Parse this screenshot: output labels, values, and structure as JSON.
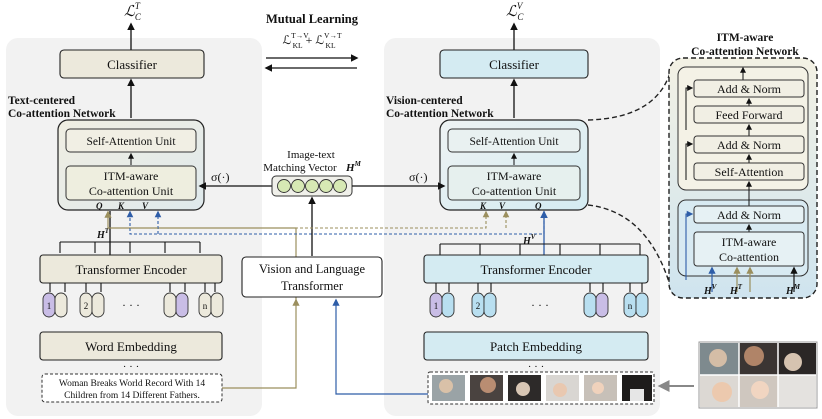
{
  "loss": {
    "text": "ℒ_C^T",
    "vision": "ℒ_C^V"
  },
  "mutual_learning": {
    "title": "Mutual Learning",
    "formula": "ℒ_KL^{T→V} + ℒ_KL^{V→T}"
  },
  "text_branch": {
    "classifier": "Classifier",
    "network_title_line1": "Text-centered",
    "network_title_line2": "Co-attention Network",
    "self_attention": "Self-Attention Unit",
    "itm_line1": "ITM-aware",
    "itm_line2": "Co-attention Unit",
    "sigma": "σ(·)",
    "qkv": [
      "Q",
      "K",
      "V"
    ],
    "h_label": "H^T",
    "encoder": "Transformer Encoder",
    "tokens": [
      "1",
      "2",
      "n"
    ],
    "ellipsis": "· · ·",
    "embedding": "Word Embedding",
    "input_line1": "Woman Breaks World Record With 14",
    "input_line2": "Children from 14 Different Fathers."
  },
  "vision_branch": {
    "classifier": "Classifier",
    "network_title_line1": "Vision-centered",
    "network_title_line2": "Co-attention Network",
    "self_attention": "Self-Attention Unit",
    "itm_line1": "ITM-aware",
    "itm_line2": "Co-attention Unit",
    "sigma": "σ(·)",
    "kvq": [
      "K",
      "V",
      "Q"
    ],
    "h_label": "H^V",
    "encoder": "Transformer Encoder",
    "tokens": [
      "1",
      "2",
      "n"
    ],
    "ellipsis": "· · ·",
    "embedding": "Patch Embedding"
  },
  "matching": {
    "label_line1": "Image-text",
    "label_line2": "Matching Vector",
    "symbol": "H^M",
    "vlt_line1": "Vision and Language",
    "vlt_line2": "Transformer"
  },
  "itm_network": {
    "title_line1": "ITM-aware",
    "title_line2": "Co-attention Network",
    "layers": [
      "Add & Norm",
      "Feed Forward",
      "Add & Norm",
      "Self-Attention",
      "Add & Norm",
      "ITM-aware Co-attention"
    ],
    "coatt_line1": "ITM-aware",
    "coatt_line2": "Co-attention",
    "inputs": [
      "H^V",
      "H^T",
      "H^M"
    ]
  },
  "colors": {
    "text_fill": "#ece9dc",
    "vision_fill": "#d4ebf2",
    "panel_fill": "#f2f2f2",
    "itm_fill_top": "#f3f1e4",
    "itm_fill_bottom": "#cfe4ef",
    "olive_arrow": "#9b8f5e",
    "blue_arrow": "#2e5da8",
    "token_purple": "#c9bde6",
    "token_blue": "#b9dff0",
    "circle_fill": "#d7e9b4"
  }
}
